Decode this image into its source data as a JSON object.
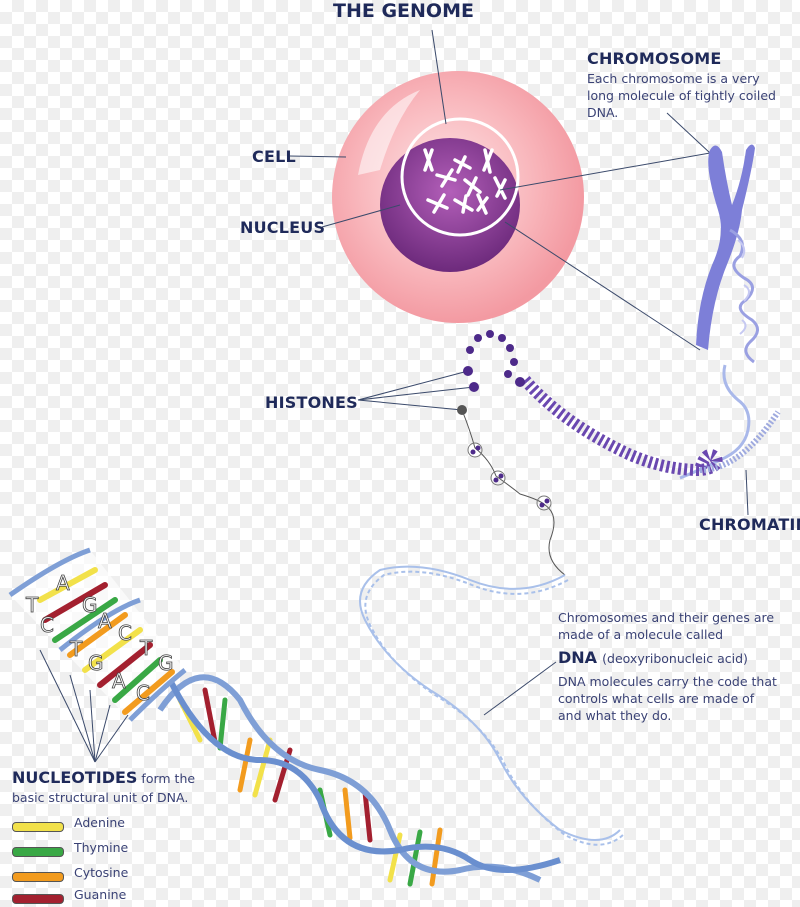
{
  "title": "THE GENOME",
  "labels": {
    "cell": "CELL",
    "nucleus": "NUCLEUS",
    "chromosome": "CHROMOSOME",
    "chromosome_desc": "Each chromosome is a very long molecule of tightly coiled DNA.",
    "histones": "HISTONES",
    "chromatin": "CHROMATIN"
  },
  "dna": {
    "intro": "Chromosomes and their genes are made of a molecule called",
    "term": "DNA",
    "full_name": "(deoxyribonucleic acid)",
    "desc": "DNA molecules carry the code that controls what cells are made of and what they do."
  },
  "nucleotides": {
    "term": "NUCLEOTIDES",
    "rest": " form the basic structural unit of  DNA.",
    "letters": [
      "A",
      "T",
      "C",
      "G",
      "T",
      "A",
      "G",
      "C",
      "A",
      "C",
      "T",
      "G"
    ],
    "legend": [
      {
        "name": "Adenine",
        "color": "#f2e14a"
      },
      {
        "name": "Thymine",
        "color": "#39a845"
      },
      {
        "name": "Cytosine",
        "color": "#f29b1e"
      },
      {
        "name": "Guanine",
        "color": "#a3202f"
      }
    ]
  },
  "colors": {
    "label_text": "#1f2a5a",
    "cell": "#f7a7ae",
    "nucleus": "#8b3c93",
    "chromosome": "#7d7fd8",
    "histone": "#4d2a8a",
    "helix_backbone": "#7f9fd6"
  }
}
